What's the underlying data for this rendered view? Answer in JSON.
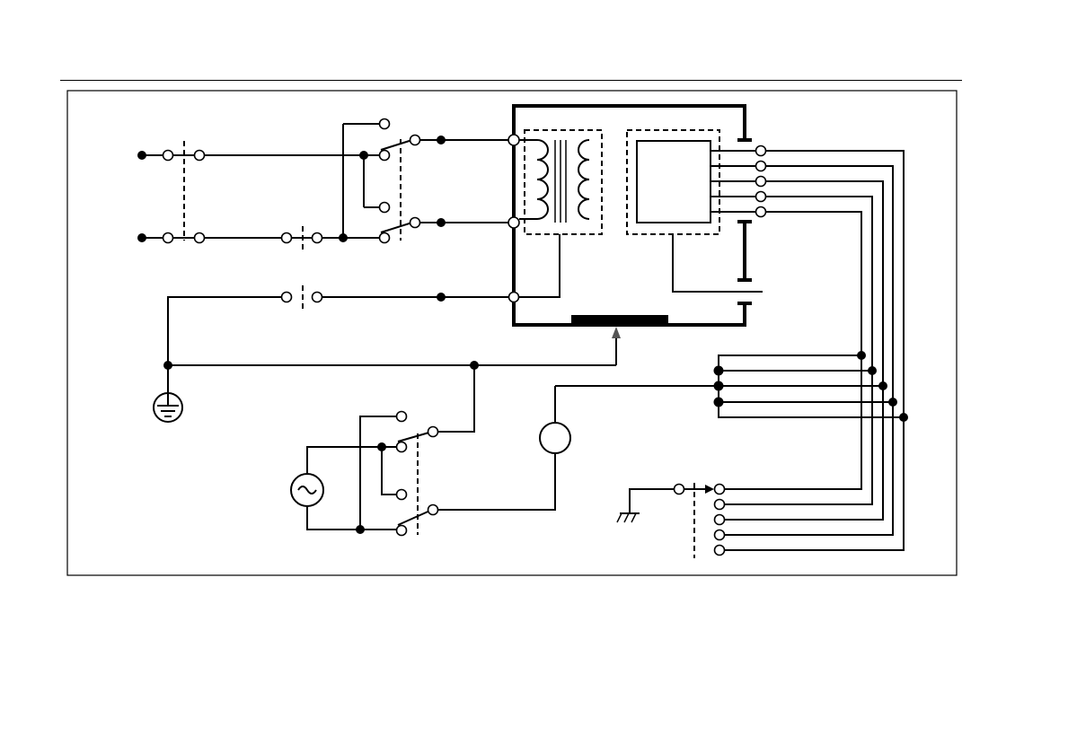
{
  "page": {
    "has_header_rule": true
  },
  "diagram": {
    "type": "wiring-schematic",
    "elements": [
      "switched-line-input",
      "protective-earth",
      "isolation-transformer",
      "isolated-module",
      "output-terminals",
      "ac-source",
      "meter",
      "selector-switch",
      "chassis-ground"
    ],
    "labels": []
  }
}
